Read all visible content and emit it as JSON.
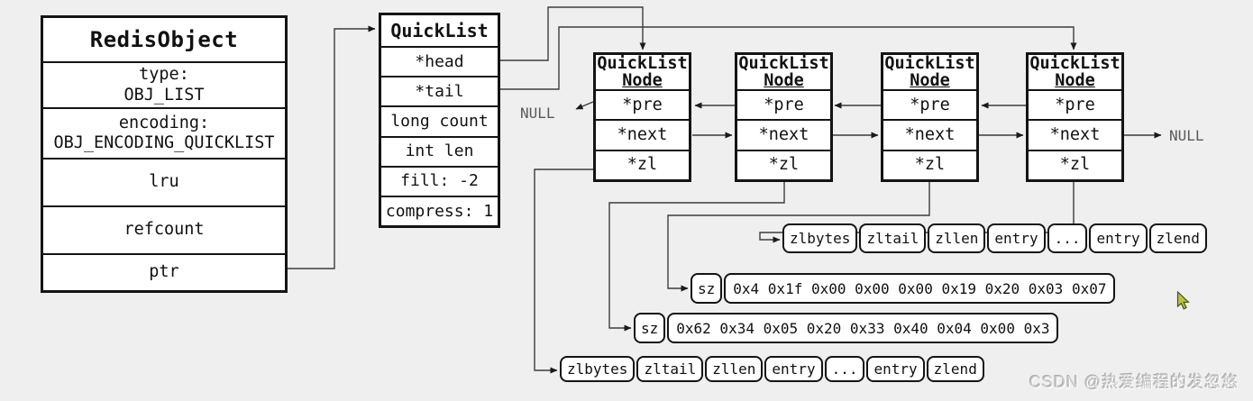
{
  "colors": {
    "background": "#efefef",
    "box_fill": "#ffffff",
    "border": "#141414",
    "wire": "#3d3d3d",
    "muted_text": "#5a5a5a",
    "watermark": "#cccccc",
    "cursor_fill": "#b6c440"
  },
  "redis_object": {
    "title": "RedisObject",
    "rows": [
      {
        "line1": "type:",
        "line2": "OBJ_LIST"
      },
      {
        "line1": "encoding:",
        "line2": "OBJ_ENCODING_QUICKLIST"
      },
      {
        "line1": "lru"
      },
      {
        "line1": "refcount"
      },
      {
        "line1": "ptr"
      }
    ]
  },
  "quicklist": {
    "title": "QuickList",
    "rows": [
      "*head",
      "*tail",
      "long count",
      "int len",
      "fill: -2",
      "compress: 1"
    ]
  },
  "quicklist_node": {
    "title_line1": "QuickList",
    "title_line2": "Node",
    "rows": [
      "*pre",
      "*next",
      "*zl"
    ]
  },
  "null_label": "NULL",
  "ziplist_cells": [
    "zlbytes",
    "zltail",
    "zllen",
    "entry",
    "...",
    "entry",
    "zlend"
  ],
  "sz_rows": [
    {
      "label": "sz",
      "value": "0x4 0x1f 0x00 0x00 0x00 0x19 0x20 0x03 0x07"
    },
    {
      "label": "sz",
      "value": "0x62 0x34 0x05 0x20 0x33 0x40 0x04 0x00 0x3"
    }
  ],
  "watermark": "CSDN @热爱编程的发忽悠"
}
